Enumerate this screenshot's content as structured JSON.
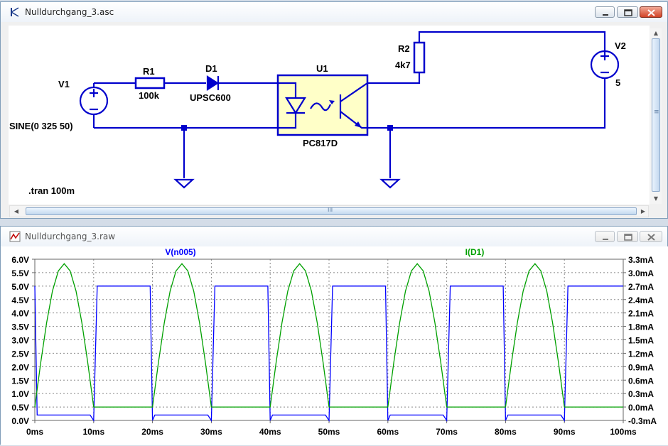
{
  "schematic_window": {
    "title": "Nulldurchgang_3.asc",
    "directive": ".tran 100m",
    "components": {
      "v1": {
        "name": "V1",
        "value": "SINE(0 325 50)"
      },
      "r1": {
        "name": "R1",
        "value": "100k"
      },
      "d1": {
        "name": "D1",
        "value": "UPSC600"
      },
      "u1": {
        "name": "U1",
        "value": "PC817D"
      },
      "r2": {
        "name": "R2",
        "value": "4k7"
      },
      "v2": {
        "name": "V2",
        "value": "5"
      }
    },
    "scroll_grip": "III",
    "vscroll_grip": "≡"
  },
  "waveform_window": {
    "title": "Nulldurchgang_3.raw",
    "traces": [
      {
        "label": "V(n005)",
        "color": "#0000ff"
      },
      {
        "label": "I(D1)",
        "color": "#00a000"
      }
    ],
    "left_ticks": [
      "6.0V",
      "5.5V",
      "5.0V",
      "4.5V",
      "4.0V",
      "3.5V",
      "3.0V",
      "2.5V",
      "2.0V",
      "1.5V",
      "1.0V",
      "0.5V",
      "0.0V"
    ],
    "right_ticks": [
      "3.3mA",
      "3.0mA",
      "2.7mA",
      "2.4mA",
      "2.1mA",
      "1.8mA",
      "1.5mA",
      "1.2mA",
      "0.9mA",
      "0.6mA",
      "0.3mA",
      "0.0mA",
      "-0.3mA"
    ],
    "x_ticks": [
      "0ms",
      "10ms",
      "20ms",
      "30ms",
      "40ms",
      "50ms",
      "60ms",
      "70ms",
      "80ms",
      "90ms",
      "100ms"
    ]
  },
  "chart_data": {
    "type": "line",
    "xlim": [
      0,
      100
    ],
    "y_left_lim": [
      0,
      6
    ],
    "y_right_lim": [
      -0.3,
      3.3
    ],
    "grid": true,
    "series": [
      {
        "name": "V(n005)",
        "axis": "left",
        "x": [
          0,
          0.4,
          9.4,
          10,
          10.6,
          19.6,
          20,
          20.4,
          29.4,
          30,
          30.6,
          39.6,
          40,
          40.4,
          49.4,
          50,
          50.6,
          59.6,
          60,
          60.4,
          69.4,
          70,
          70.6,
          79.6,
          80,
          80.4,
          89.4,
          90,
          90.6,
          100
        ],
        "y": [
          5.0,
          0.2,
          0.2,
          0.0,
          5.0,
          5.0,
          0.0,
          0.2,
          0.2,
          0.0,
          5.0,
          5.0,
          0.0,
          0.2,
          0.2,
          0.0,
          5.0,
          5.0,
          0.0,
          0.2,
          0.2,
          0.0,
          5.0,
          5.0,
          0.0,
          0.2,
          0.2,
          0.0,
          5.0,
          5.0
        ]
      },
      {
        "name": "I(D1)",
        "axis": "right",
        "x": [
          0,
          1,
          2,
          3,
          4,
          5,
          6,
          7,
          8,
          9,
          10,
          20,
          21,
          22,
          23,
          24,
          25,
          26,
          27,
          28,
          29,
          30,
          40,
          41,
          42,
          43,
          44,
          45,
          46,
          47,
          48,
          49,
          50,
          60,
          61,
          62,
          63,
          64,
          65,
          66,
          67,
          68,
          69,
          70,
          80,
          81,
          82,
          83,
          84,
          85,
          86,
          87,
          88,
          89,
          90,
          100
        ],
        "y": [
          0.0,
          0.99,
          1.88,
          2.59,
          3.04,
          3.2,
          3.04,
          2.59,
          1.88,
          0.99,
          0.0,
          0.0,
          0.99,
          1.88,
          2.59,
          3.04,
          3.2,
          3.04,
          2.59,
          1.88,
          0.99,
          0.0,
          0.0,
          0.99,
          1.88,
          2.59,
          3.04,
          3.2,
          3.04,
          2.59,
          1.88,
          0.99,
          0.0,
          0.0,
          0.99,
          1.88,
          2.59,
          3.04,
          3.2,
          3.04,
          2.59,
          1.88,
          0.99,
          0.0,
          0.0,
          0.99,
          1.88,
          2.59,
          3.04,
          3.2,
          3.04,
          2.59,
          1.88,
          0.99,
          0.0,
          0.0
        ]
      }
    ]
  }
}
